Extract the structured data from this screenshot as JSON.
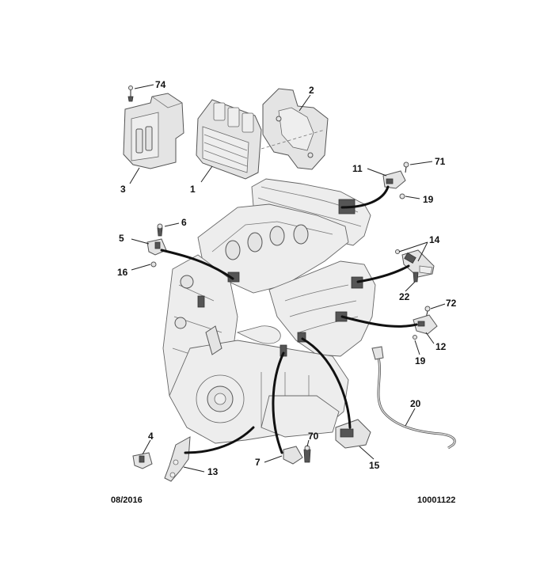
{
  "callouts": {
    "c74": "74",
    "c2": "2",
    "c3": "3",
    "c1": "1",
    "c11": "11",
    "c71": "71",
    "c19a": "19",
    "c6": "6",
    "c5": "5",
    "c16": "16",
    "c14": "14",
    "c22": "22",
    "c72": "72",
    "c12": "12",
    "c19b": "19",
    "c20": "20",
    "c4": "4",
    "c13": "13",
    "c70": "70",
    "c7": "7",
    "c15": "15"
  },
  "footer": {
    "date": "08/2016",
    "reference": "10001122"
  },
  "colors": {
    "outline": "#555555",
    "fill": "#e4e4e4",
    "wire": "#111111"
  }
}
